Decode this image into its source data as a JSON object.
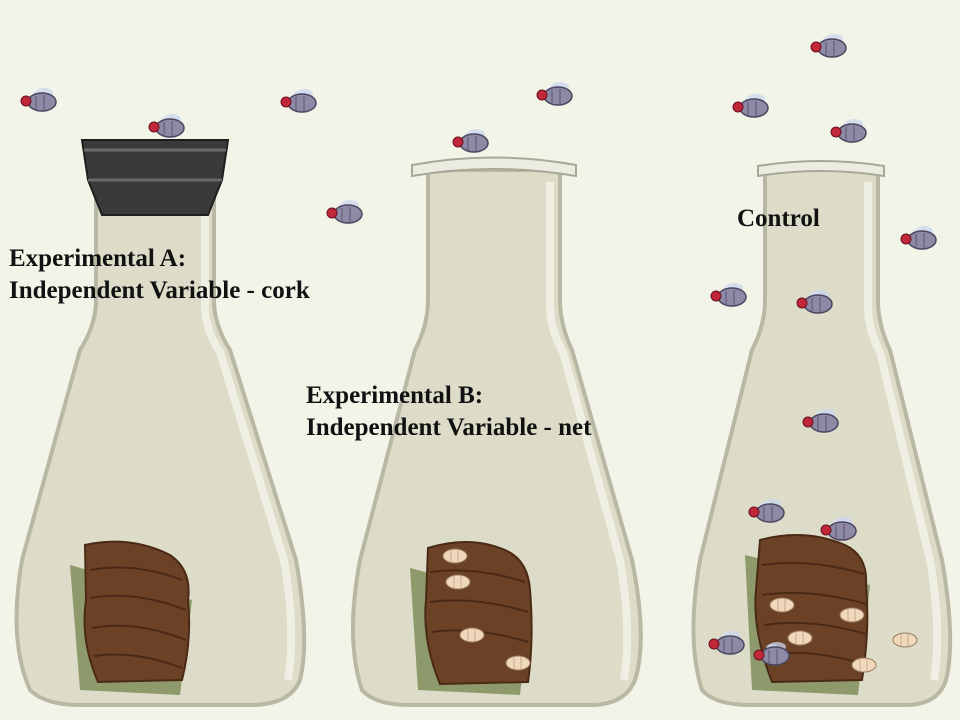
{
  "labels": {
    "experimental_a": {
      "line1": "Experimental A:",
      "line2": "Independent Variable - cork"
    },
    "experimental_b": {
      "line1": "Experimental B:",
      "line2": "Independent Variable - net"
    },
    "control": "Control"
  },
  "colors": {
    "background": "#f3f4e8",
    "flask_glass": "#dcdcc8",
    "flask_outline": "#b8b8a4",
    "meat": "#6b4226",
    "meat_shadow": "#7a8a55",
    "cork": "#3a3a3a",
    "fly_body": "#8e8aa6",
    "fly_eye": "#c0283a",
    "maggot": "#f0d8bc",
    "text": "#111111"
  },
  "icons": {
    "flask": "erlenmeyer-flask-icon",
    "fly": "fly-icon",
    "cork": "cork-stopper-icon",
    "meat": "meat-icon",
    "maggot": "maggot-icon"
  }
}
